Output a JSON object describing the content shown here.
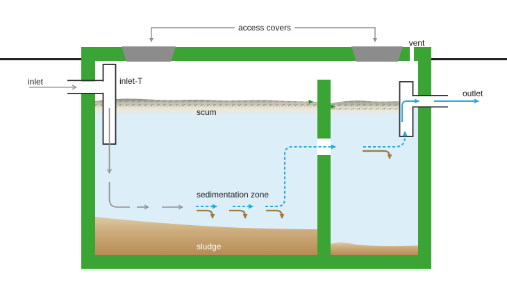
{
  "labels": {
    "access_covers": "access covers",
    "vent": "vent",
    "inlet": "inlet",
    "inlet_t": "inlet-T",
    "scum": "scum",
    "sedimentation_zone": "sedimentation zone",
    "sludge": "sludge",
    "outlet": "outlet"
  },
  "colors": {
    "tank_green": "#3aa435",
    "cover_gray": "#8c8c8c",
    "ground_black": "#1f1f1f",
    "water_blue": "#dceef8",
    "flow_blue": "#29a8e0",
    "flow_gray": "#8f8f8f",
    "sediment_brown": "#9e7a41",
    "scum_arrow_green": "#2f8f2c",
    "pipe_outline": "#2b2b2b",
    "label_text": "#1a1a1a",
    "sludge_label_text": "#ffffff",
    "sludge_top": "#ddcaa5",
    "sludge_bottom": "#b78c55",
    "scum_dark": "#8e8e82",
    "scum_beige": "#e9e4d2"
  }
}
